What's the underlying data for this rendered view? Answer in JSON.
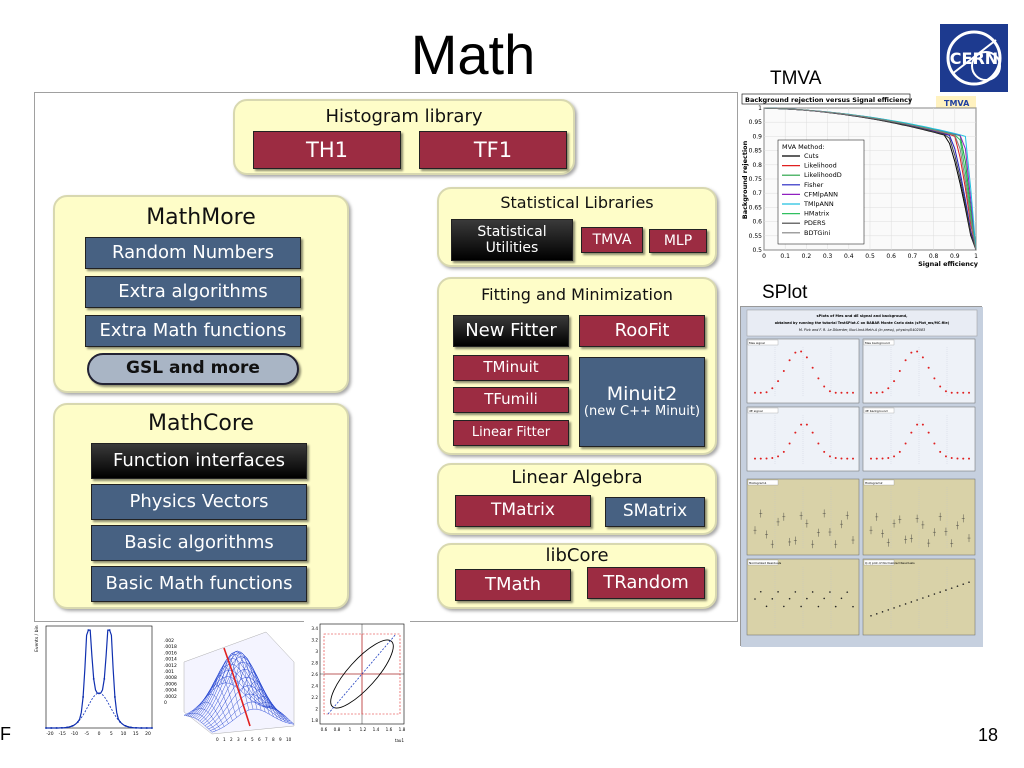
{
  "slide": {
    "title": "Math",
    "page_number": "18",
    "footer_fragment": "F",
    "tmva_label": "TMVA",
    "splot_label": "SPlot"
  },
  "diagram": {
    "histogram_library": {
      "title": "Histogram library",
      "items": [
        "TH1",
        "TF1"
      ]
    },
    "mathmore": {
      "title": "MathMore",
      "items": [
        "Random Numbers",
        "Extra algorithms",
        "Extra Math functions"
      ],
      "gsl": "GSL and more"
    },
    "mathcore": {
      "title": "MathCore",
      "items": [
        "Function interfaces",
        "Physics Vectors",
        "Basic algorithms",
        "Basic Math functions"
      ]
    },
    "statistical_libraries": {
      "title": "Statistical Libraries",
      "stat_utils_line1": "Statistical",
      "stat_utils_line2": "Utilities",
      "tmva": "TMVA",
      "mlp": "MLP"
    },
    "fitting": {
      "title": "Fitting and Minimization",
      "new_fitter": "New Fitter",
      "roofit": "RooFit",
      "tminuit": "TMinuit",
      "tfumili": "TFumili",
      "linear_fitter": "Linear Fitter",
      "minuit2": "Minuit2",
      "minuit2_sub": "(new C++ Minuit)"
    },
    "linear_algebra": {
      "title": "Linear Algebra",
      "tmatrix": "TMatrix",
      "smatrix": "SMatrix"
    },
    "libcore": {
      "title": "libCore",
      "tmath": "TMath",
      "trandom": "TRandom"
    }
  },
  "tmva_plot": {
    "title": "Background rejection versus Signal efficiency",
    "xlabel": "Signal efficiency",
    "ylabel": "Background rejection",
    "legend_title": "MVA Method:",
    "logo": "TMVA",
    "methods": [
      "Cuts",
      "Likelihood",
      "LikelihoodD",
      "Fisher",
      "CFMlpANN",
      "TMlpANN",
      "HMatrix",
      "PDERS",
      "BDTGini"
    ],
    "colors": [
      "#000000",
      "#e02020",
      "#20a040",
      "#2020c0",
      "#9020c0",
      "#20c0e0",
      "#30c060",
      "#404040",
      "#808080"
    ],
    "xticks": [
      "0",
      "0.1",
      "0.2",
      "0.3",
      "0.4",
      "0.5",
      "0.6",
      "0.7",
      "0.8",
      "0.9",
      "1"
    ],
    "yticks": [
      "0.5",
      "0.55",
      "0.6",
      "0.65",
      "0.7",
      "0.75",
      "0.8",
      "0.85",
      "0.9",
      "0.95",
      "1"
    ]
  },
  "splot": {
    "heading1": "sPlots of Mes and dE signal and background,",
    "heading2": "obtained by running the tutorial TestSPlot.C on BABAR Monte Carlo data (sPlot_ms/MC.file)",
    "heading3": "M. Pivk and F. R. Le Diberder, Nucl.Inst.Meth.A (in press), physics/0402083",
    "panel_titles": [
      "Mes signal",
      "Mes background",
      "dE signal",
      "dE background",
      "Histogram1",
      "Histogram2",
      "Normalized Residuals",
      "Q-Q plot of Normalized Residuals"
    ]
  },
  "thumbs": {
    "t1_ylabel": "Events / bin",
    "t1_xticks": [
      "-20",
      "-15",
      "-10",
      "-5",
      "0",
      "5",
      "10",
      "15",
      "20"
    ],
    "t2_zticks": [
      ".002",
      ".0018",
      ".0016",
      ".0014",
      ".0012",
      ".001",
      ".0008",
      ".0006",
      ".0004",
      ".0002",
      "0"
    ],
    "t3_yticks": [
      "3.4",
      "3.2",
      "3",
      "2.8",
      "2.6",
      "2.4",
      "2.2",
      "2",
      "1.8"
    ],
    "t3_xticks": [
      "0.6",
      "0.8",
      "1",
      "1.2",
      "1.4",
      "1.6",
      "1.8"
    ],
    "t3_xlabel": "tau1"
  }
}
